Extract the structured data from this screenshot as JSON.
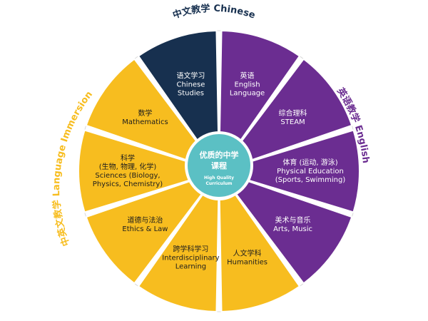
{
  "colors": {
    "chinese": "#17304f",
    "english": "#6b2d91",
    "immersion": "#f7bd1f",
    "center": "#5bc0c4"
  },
  "center": {
    "title_line1": "优质的中学",
    "title_line2": "课程",
    "sub_line1": "High Quality",
    "sub_line2": "Curriculum"
  },
  "outer_labels": {
    "chinese": "中文教学 Chinese",
    "english": "英语教学 English",
    "immersion": "中英文教学 Language Immersion"
  },
  "segments": [
    {
      "group": "chinese",
      "lines": [
        "语文学习",
        "Chinese",
        "Studies"
      ]
    },
    {
      "group": "english",
      "lines": [
        "英语",
        "English",
        "Language"
      ]
    },
    {
      "group": "english",
      "lines": [
        "综合理科",
        "STEAM"
      ]
    },
    {
      "group": "english",
      "lines": [
        "体育 (运动, 游泳)",
        "Physical Education",
        "(Sports, Swimming)"
      ]
    },
    {
      "group": "english",
      "lines": [
        "美术与音乐",
        "Arts, Music"
      ]
    },
    {
      "group": "immersion",
      "lines": [
        "人文学科",
        "Humanities"
      ]
    },
    {
      "group": "immersion",
      "lines": [
        "跨学科学习",
        "Interdisciplinary",
        "Learning"
      ]
    },
    {
      "group": "immersion",
      "lines": [
        "道德与法治",
        "Ethics & Law"
      ]
    },
    {
      "group": "immersion",
      "lines": [
        "科学",
        "(生物, 物理, 化学)",
        "Sciences (Biology,",
        "Physics, Chemistry)"
      ]
    },
    {
      "group": "immersion",
      "lines": [
        "数学",
        "Mathematics"
      ]
    }
  ]
}
